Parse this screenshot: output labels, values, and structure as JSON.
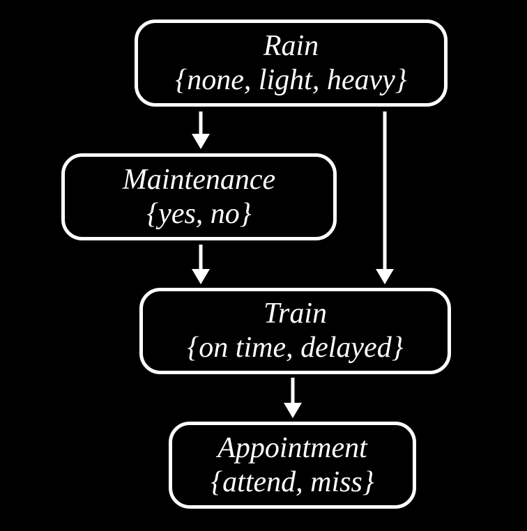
{
  "diagram": {
    "description": "Directed graphical model with four variable nodes connected by arrows",
    "colors": {
      "background": "#000000",
      "node_border": "#ffffff",
      "text": "#ffffff",
      "arrow": "#ffffff"
    },
    "nodes": [
      {
        "id": "rain",
        "label": "Rain",
        "values": "{none, light, heavy}"
      },
      {
        "id": "maintenance",
        "label": "Maintenance",
        "values": "{yes, no}"
      },
      {
        "id": "train",
        "label": "Train",
        "values": "{on time, delayed}"
      },
      {
        "id": "appointment",
        "label": "Appointment",
        "values": "{attend, miss}"
      }
    ],
    "edges": [
      {
        "from": "rain",
        "to": "maintenance"
      },
      {
        "from": "rain",
        "to": "train"
      },
      {
        "from": "maintenance",
        "to": "train"
      },
      {
        "from": "train",
        "to": "appointment"
      }
    ]
  }
}
